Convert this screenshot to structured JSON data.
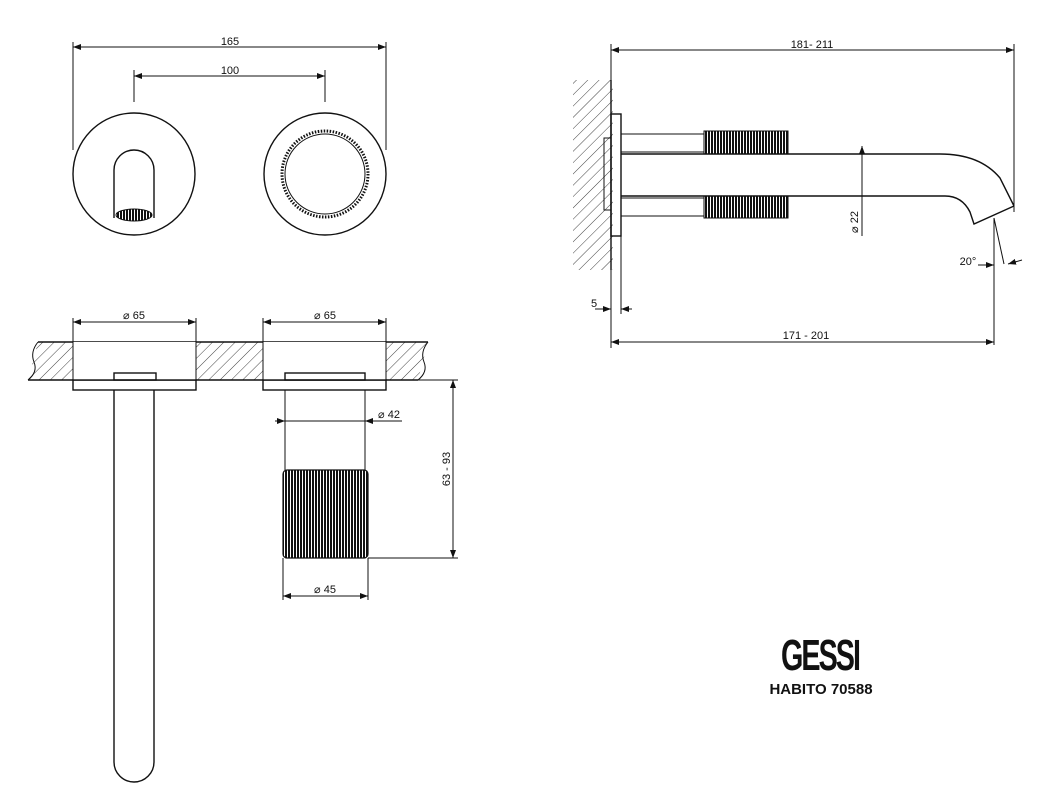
{
  "dimensions": {
    "overall_width": "165",
    "center_distance": "100",
    "plate_diameter_left": "⌀ 65",
    "plate_diameter_right": "⌀ 65",
    "stem_diameter": "⌀ 42",
    "handle_diameter": "⌀ 45",
    "handle_projection": "63 - 93",
    "spout_total_length": "181- 211",
    "spout_reach": "171 - 201",
    "spout_diameter": "⌀ 22",
    "spout_angle": "20°",
    "plate_thickness": "5"
  },
  "brand": {
    "logo": "GESSI",
    "product": "HABITO 70588"
  },
  "colors": {
    "line": "#111111",
    "background": "#ffffff"
  }
}
